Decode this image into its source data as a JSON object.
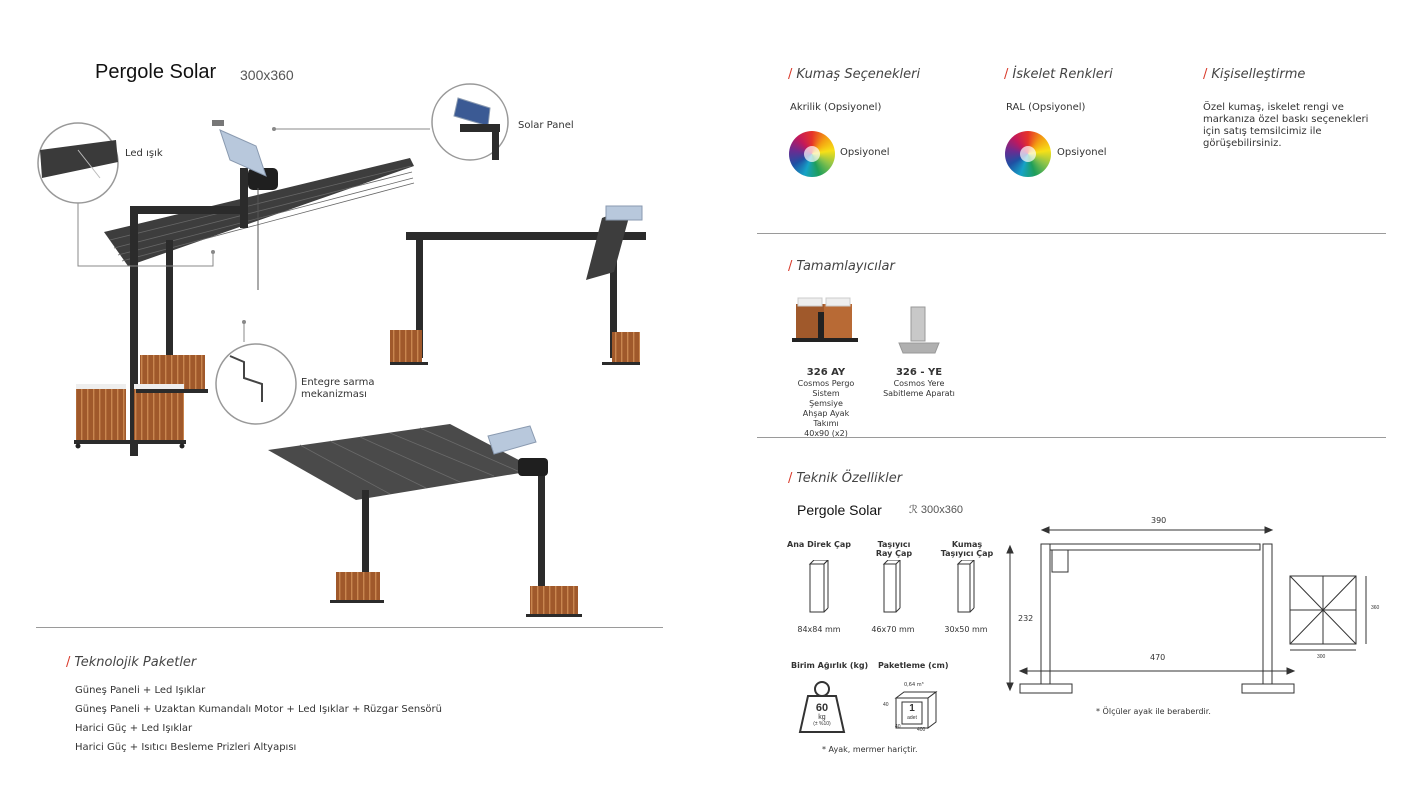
{
  "header": {
    "title": "Pergole Solar",
    "size": "300x360"
  },
  "callouts": {
    "led": "Led ışık",
    "solar": "Solar Panel",
    "mech1": "Entegre sarma",
    "mech2": "mekanizması"
  },
  "packages": {
    "title": "Teknolojik Paketler",
    "items": [
      "Güneş Paneli + Led Işıklar",
      "Güneş Paneli + Uzaktan Kumandalı Motor + Led Işıklar + Rüzgar Sensörü",
      "Harici Güç + Led Işıklar",
      "Harici Güç + Isıtıcı Besleme Prizleri Altyapısı"
    ]
  },
  "fabric": {
    "title": "Kumaş Seçenekleri",
    "type": "Akrilik (Opsiyonel)",
    "option": "Opsiyonel"
  },
  "frame": {
    "title": "İskelet Renkleri",
    "type": "RAL (Opsiyonel)",
    "option": "Opsiyonel"
  },
  "custom": {
    "title": "Kişiselleştirme",
    "lines": [
      "Özel kumaş, iskelet rengi ve",
      "markanıza özel baskı seçenekleri",
      "için satış temsilcimiz ile",
      "görüşebilirsiniz."
    ]
  },
  "accessories": {
    "title": "Tamamlayıcılar",
    "items": [
      {
        "code": "326 AY",
        "lines": [
          "Cosmos Pergo",
          "Sistem Şemsiye",
          "Ahşap Ayak Takımı",
          "40x90 (x2)"
        ]
      },
      {
        "code": "326 - YE",
        "lines": [
          "Cosmos Yere",
          "Sabitleme Aparatı"
        ]
      }
    ]
  },
  "tech": {
    "title": "Teknik Özellikler",
    "product": "Pergole Solar",
    "size": "300x360",
    "size_prefix": "ℛ",
    "profiles": [
      {
        "name": [
          "Ana Direk Çap"
        ],
        "dim": "84x84 mm"
      },
      {
        "name": [
          "Taşıyıcı",
          "Ray Çap"
        ],
        "dim": "46x70 mm"
      },
      {
        "name": [
          "Kumaş",
          "Taşıyıcı Çap"
        ],
        "dim": "30x50 mm"
      }
    ],
    "weight_label": "Birim Ağırlık (kg)",
    "weight_value": "60",
    "weight_unit": "kg",
    "weight_tol": "(± %10)",
    "pack_label": "Paketleme (cm)",
    "pack_volume": "0,64 m³",
    "pack_count": "1",
    "pack_unit": "adet",
    "pack_dims": [
      "40",
      "40",
      "400"
    ],
    "note_weight": "* Ayak, mermer hariçtir.",
    "dims": {
      "top": "390",
      "height": "232",
      "bottom": "470",
      "side": "360",
      "side_bottom": "300"
    },
    "note_dims": "* Ölçüler ayak ile beraberdir."
  },
  "colors": {
    "accent": "#d93a2b",
    "frame": "#2b2b2b",
    "canopy": "#444444",
    "wood": "#a0592b"
  }
}
